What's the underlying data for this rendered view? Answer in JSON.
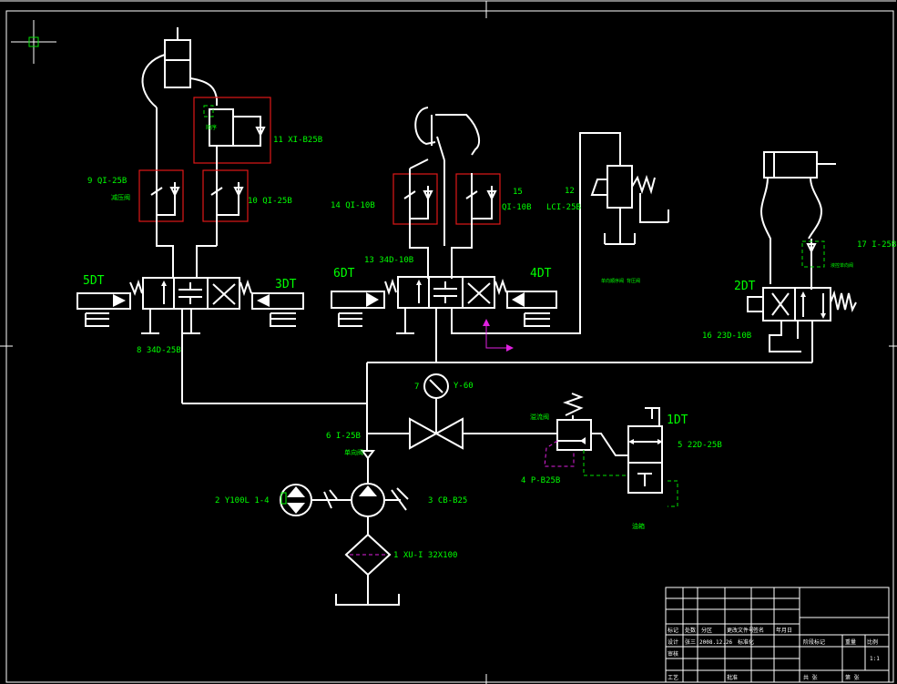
{
  "colors": {
    "background": "#000000",
    "lines": "#ffffff",
    "labels": "#00ff00",
    "highlight_box": "#e01818",
    "axis_marker": "#e020e0"
  },
  "components": {
    "c1": "1  XU-I  32X100",
    "c2": "2  Y100L 1-4",
    "c3": "3  CB-B25",
    "c4": "4  P-B25B",
    "c5": "5  22D-25B",
    "c6": "6  I-25B",
    "c7": "7",
    "c7_gauge": "Y-60",
    "c8": "8  34D-25B",
    "c9": "9  QI-25B",
    "c10": "10  QI-25B",
    "c11": "11  XI-B25B",
    "c12": "12",
    "c12_model": "LCI-25B",
    "c13": "13  34D-10B",
    "c14": "14  QI-10B",
    "c15": "15",
    "c15_model": "QI-10B",
    "c16": "16  23D-10B",
    "c17": "17  I-25B"
  },
  "solenoids": {
    "dt1": "1DT",
    "dt2": "2DT",
    "dt3": "3DT",
    "dt4": "4DT",
    "dt5": "5DT",
    "dt6": "6DT"
  },
  "notes": {
    "n9": "减压阀",
    "n11": "顺序",
    "n17": "液控单向阀",
    "n4": "溢流阀",
    "n_pump_valve": "单向阀",
    "n_tank": "油箱",
    "n_center": "单向顺序阀 背压阀"
  },
  "title_block": {
    "row_labels": [
      "标记",
      "处数",
      "分区",
      "更改文件号",
      "签名",
      "年月日"
    ],
    "designer_row": [
      "设计",
      "张三",
      "2008.12.26",
      "标准化"
    ],
    "review_row": [
      "审核"
    ],
    "process_row": [
      "工艺",
      "批准"
    ],
    "stage_row": [
      "阶段标记",
      "重量",
      "比例"
    ],
    "scale": "1:1",
    "sheet_row": [
      "共  张",
      "第  张"
    ]
  }
}
